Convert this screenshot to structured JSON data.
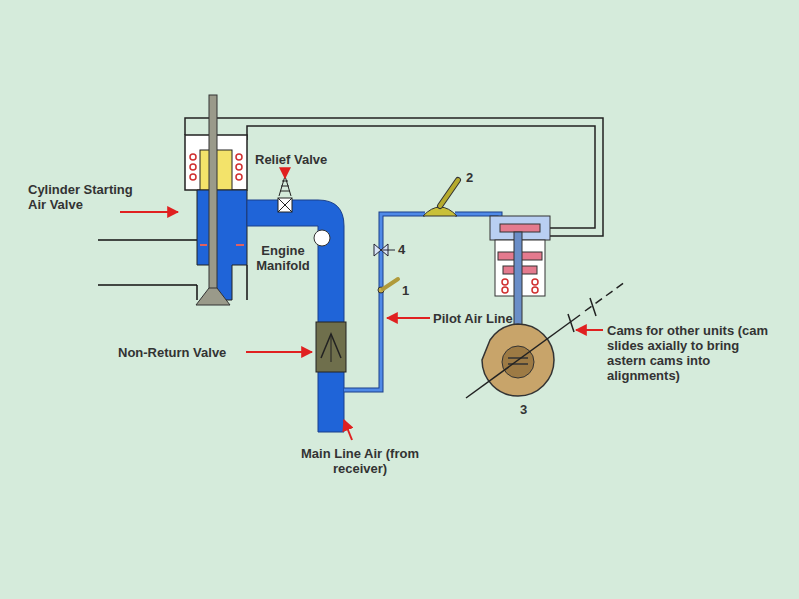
{
  "diagram": {
    "labels": [
      "Cylinder Starting Air Valve",
      "Relief Valve",
      "Engine Manifold",
      "2",
      "4",
      "1",
      "Pilot Air Line",
      "Non-Return Valve",
      "Cams for other units (cam slides axially to bring astern cams into alignments)",
      "3",
      "Main Line Air (from receiver)"
    ]
  }
}
